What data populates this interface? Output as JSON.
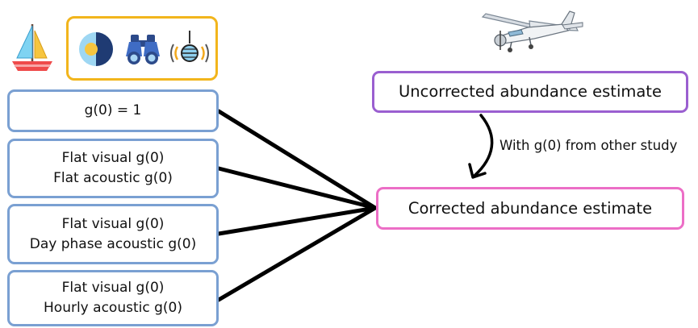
{
  "scenarios": [
    {
      "lines": [
        "g(0) = 1"
      ]
    },
    {
      "lines": [
        "Flat visual g(0)",
        "Flat acoustic g(0)"
      ]
    },
    {
      "lines": [
        "Flat visual g(0)",
        "Day phase acoustic g(0)"
      ]
    },
    {
      "lines": [
        "Flat visual g(0)",
        "Hourly acoustic g(0)"
      ]
    }
  ],
  "uncorrected": "Uncorrected abundance estimate",
  "corrected": "Corrected abundance estimate",
  "arrow_label": "With g(0) from other study",
  "icons": {
    "ship": "sailboat-icon",
    "panel": [
      "day-night-icon",
      "binoculars-icon",
      "hydrophone-icon"
    ],
    "aircraft": "airplane-icon"
  },
  "colors": {
    "scenario_border": "#7aa0d2",
    "uncorrected_border": "#9a5fd0",
    "corrected_border": "#ec6ec6",
    "icon_panel_border": "#f2b51c",
    "connector": "#000000"
  }
}
